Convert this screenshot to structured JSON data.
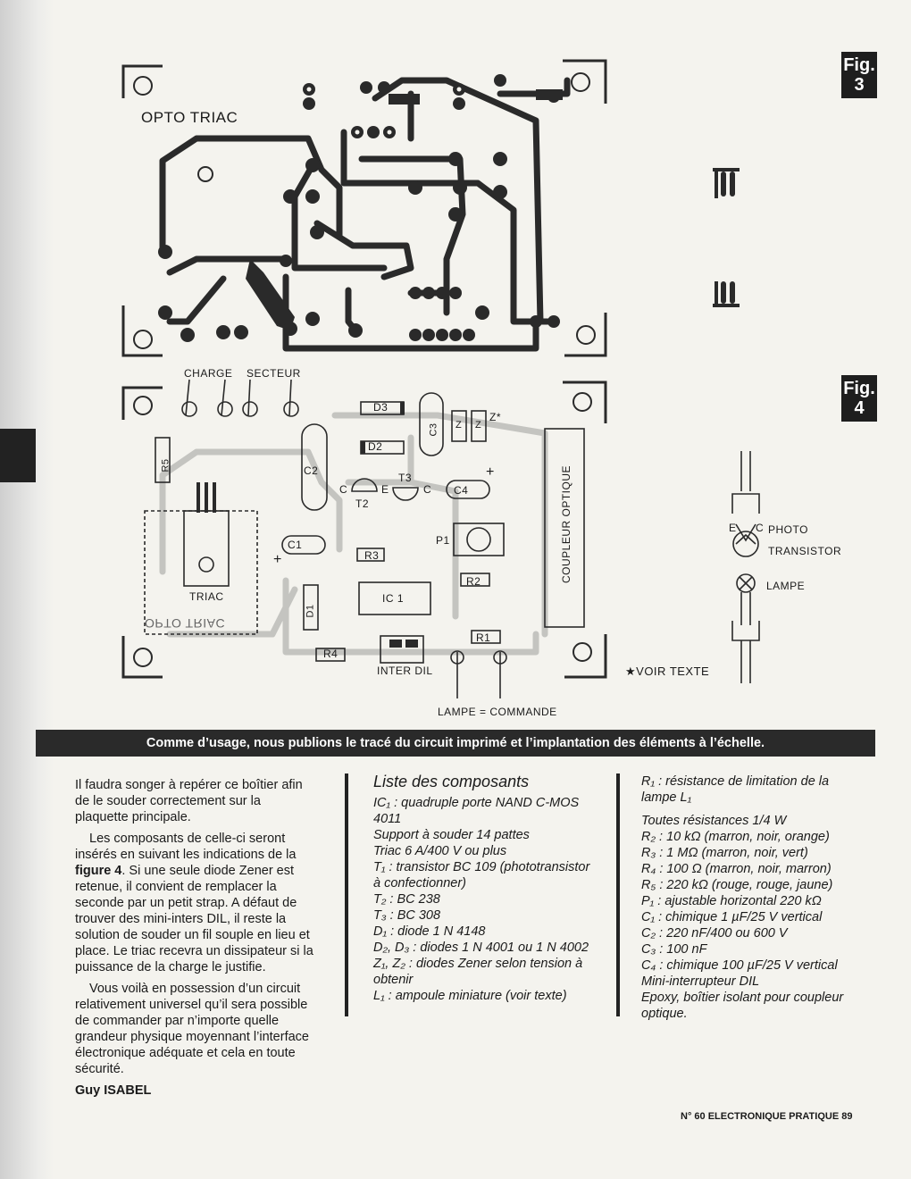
{
  "figures": {
    "fig3": {
      "tag_line1": "Fig.",
      "tag_line2": "3",
      "board_label": "OPTO  TRIAC"
    },
    "fig4": {
      "tag_line1": "Fig.",
      "tag_line2": "4",
      "labels": {
        "charge": "CHARGE",
        "secteur": "SECTEUR",
        "d3": "D3",
        "d2": "D2",
        "c3": "C3",
        "z1": "Z",
        "z2": "Z",
        "z_star": "Z*",
        "r5": "R5",
        "c2": "C2",
        "c": "C",
        "e": "E",
        "t3": "T3",
        "c_t3": "C",
        "t2": "T2",
        "c4": "C4",
        "plus1": "+",
        "plus2": "+",
        "c1": "C1",
        "r3": "R3",
        "p1": "P1",
        "r2": "R2",
        "coupleur": "COUPLEUR OPTIQUE",
        "triac": "TRIAC",
        "ic1": "IC 1",
        "d1": "D1",
        "opto_mirror": "OPTO  TRIAC",
        "r1": "R1",
        "r4": "R4",
        "inter_dil": "INTER DIL",
        "voir_texte": "★VOIR TEXTE",
        "lampe_commande": "LAMPE = COMMANDE",
        "legend_e": "E",
        "legend_c": "C",
        "photo": "PHOTO",
        "transistor": "TRANSISTOR",
        "lampe": "LAMPE"
      }
    }
  },
  "caption": "Comme d’usage, nous publions le tracé du circuit imprimé et l’implantation des éléments à l’échelle.",
  "body": {
    "p1": "Il faudra songer à repérer ce boîtier afin de le souder correctement sur la plaquette principale.",
    "p2_a": "Les composants de celle-ci seront insérés en suivant les indications de la ",
    "p2_fig": "figure 4",
    "p2_b": ". Si une seule diode Zener est retenue, il convient de remplacer la seconde par un petit strap. A défaut de trouver des mini-inters DIL, il reste la solution de souder un fil souple en lieu et place. Le triac recevra un dissipateur si la puissance de la charge le justifie.",
    "p3": "Vous voilà en possession d’un circuit relativement universel qu’il sera possible de commander par n’importe quelle grandeur physique moyennant l’interface électronique adéquate et cela en toute sécurité.",
    "author": "Guy ISABEL"
  },
  "component_list": {
    "title": "Liste des composants",
    "items_col1": [
      "IC₁ : quadruple porte NAND C-MOS 4011",
      "Support à souder 14 pattes",
      "Triac 6 A/400 V ou plus",
      "T₁ : transistor BC 109 (phototransistor à confectionner)",
      "T₂ : BC 238",
      "T₃ : BC 308",
      "D₁ : diode 1 N 4148",
      "D₂, D₃ : diodes 1 N 4001 ou 1 N 4002",
      "Z₁, Z₂ : diodes Zener selon tension à obtenir",
      "L₁ : ampoule miniature (voir texte)"
    ],
    "items_col2_a": [
      "R₁ : résistance de limitation de la lampe L₁"
    ],
    "items_col2_b": [
      "Toutes résistances 1/4 W",
      "R₂ : 10 kΩ (marron, noir, orange)",
      "R₃ : 1 MΩ (marron, noir, vert)",
      "R₄ : 100 Ω (marron, noir, marron)",
      "R₅ : 220 kΩ (rouge, rouge, jaune)",
      "P₁ : ajustable horizontal 220 kΩ",
      "C₁ : chimique 1 µF/25 V vertical",
      "C₂ : 220 nF/400 ou 600 V",
      "C₃ : 100 nF",
      "C₄ : chimique 100 µF/25 V vertical",
      "Mini-interrupteur DIL",
      "Epoxy, boîtier isolant pour coupleur optique."
    ]
  },
  "footer": "N° 60 ELECTRONIQUE PRATIQUE 89"
}
